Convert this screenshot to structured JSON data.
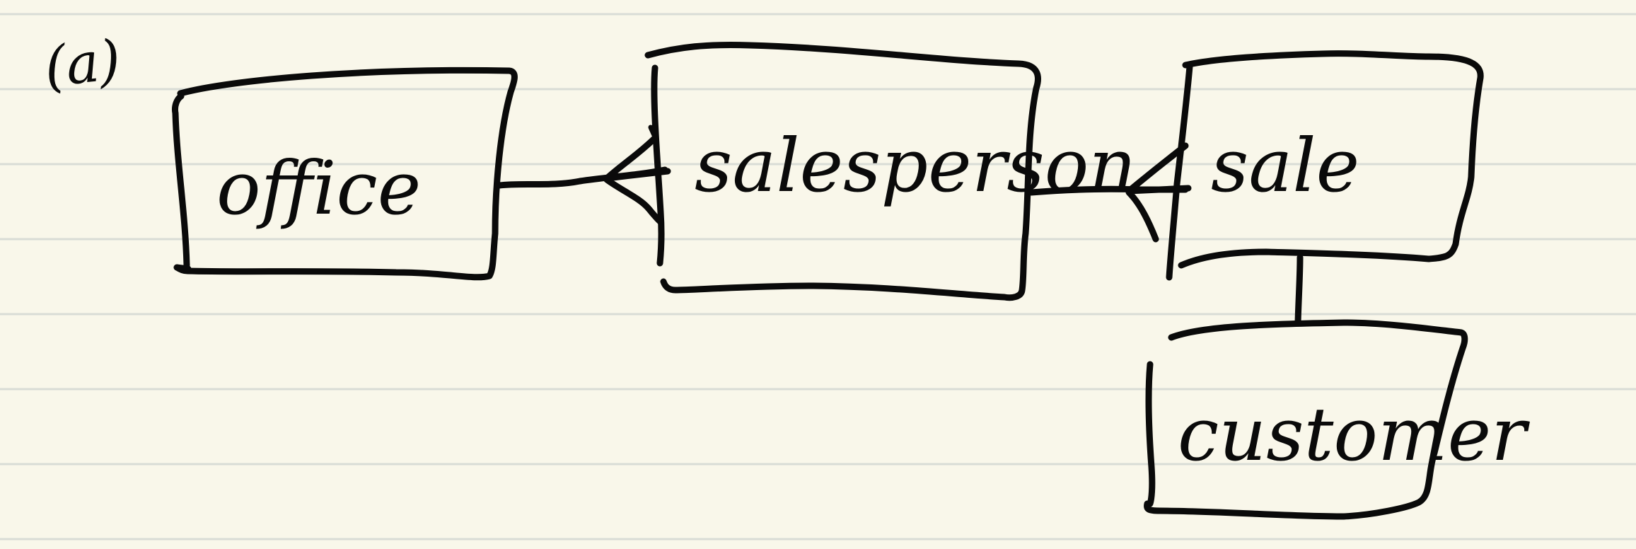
{
  "diagram": {
    "label": "(a)",
    "entities": [
      {
        "id": "office",
        "name": "office"
      },
      {
        "id": "salesperson",
        "name": "salesperson"
      },
      {
        "id": "sale",
        "name": "sale"
      },
      {
        "id": "customer",
        "name": "customer"
      }
    ],
    "relationships": [
      {
        "from": "office",
        "to": "salesperson",
        "from_end": "one",
        "to_end": "many"
      },
      {
        "from": "salesperson",
        "to": "sale",
        "from_end": "one",
        "to_end": "many"
      },
      {
        "from": "sale",
        "to": "customer",
        "from_end": "one",
        "to_end": "one"
      }
    ],
    "colors": {
      "paper": "#f9f7ea",
      "ruled_line": "#d9dcd6",
      "ink": "#0a0a0a"
    }
  }
}
